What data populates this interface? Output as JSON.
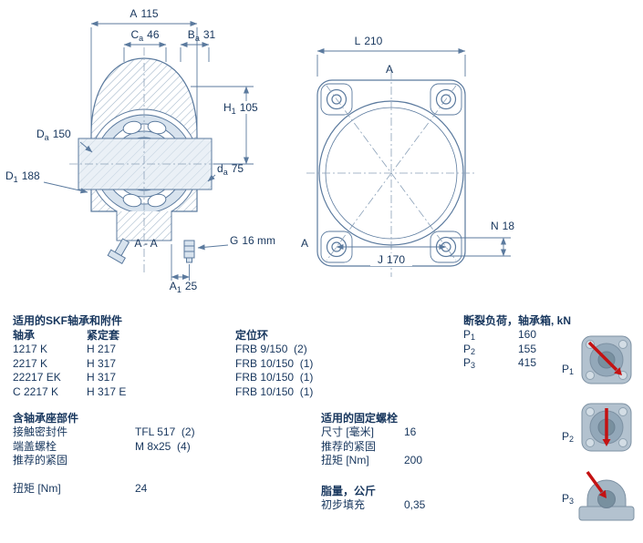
{
  "colors": {
    "text": "#17365d",
    "line": "#5b7a9e",
    "fill_light": "#d8e3ee",
    "accent_red": "#c41212"
  },
  "drawing_left": {
    "dims": {
      "a": {
        "base": "A",
        "value": "115"
      },
      "ca": {
        "base": "C",
        "sub": "a",
        "value": "46"
      },
      "ba": {
        "base": "B",
        "sub": "a",
        "value": "31"
      },
      "h1": {
        "base": "H",
        "sub": "1",
        "value": "105"
      },
      "da": {
        "base": "D",
        "sub": "a",
        "value": "150"
      },
      "dsa": {
        "base": "d",
        "sub": "a",
        "value": "75"
      },
      "d1": {
        "base": "D",
        "sub": "1",
        "value": "188"
      },
      "g": {
        "base": "G",
        "value": "16 mm"
      },
      "a1": {
        "base": "A",
        "sub": "1",
        "value": "25"
      },
      "section_label": "A - A"
    }
  },
  "drawing_right": {
    "dims": {
      "l": {
        "base": "L",
        "value": "210"
      },
      "n": {
        "base": "N",
        "value": "18"
      },
      "j": {
        "base": "J",
        "value": "170"
      },
      "a_top": "A",
      "a_corner": "A"
    }
  },
  "tables": {
    "bearings": {
      "title": "适用的SKF轴承和附件",
      "col_bearing": "轴承",
      "col_sleeve": "紧定套",
      "col_ring": "定位环",
      "rows": [
        {
          "bearing": "1217 K",
          "sleeve": "H 217",
          "ring": "FRB 9/150  (2)"
        },
        {
          "bearing": "2217 K",
          "sleeve": "H 317",
          "ring": "FRB 10/150  (1)"
        },
        {
          "bearing": "22217 EK",
          "sleeve": "H 317",
          "ring": "FRB 10/150  (1)"
        },
        {
          "bearing": "C 2217 K",
          "sleeve": "H 317 E",
          "ring": "FRB 10/150  (1)"
        }
      ]
    },
    "breaking_load": {
      "title": "断裂负荷，轴承箱, kN",
      "rows": [
        {
          "base": "P",
          "sub": "1",
          "value": "160"
        },
        {
          "base": "P",
          "sub": "2",
          "value": "155"
        },
        {
          "base": "P",
          "sub": "3",
          "value": "415"
        }
      ]
    },
    "housing_parts": {
      "title": "含轴承座部件",
      "rows": [
        {
          "label": "接触密封件",
          "value": "TFL 517  (2)"
        },
        {
          "label": "端盖螺栓",
          "value": "M 8x25  (4)"
        },
        {
          "label": "推荐的紧固",
          "value": ""
        },
        {
          "label": "",
          "value": ""
        },
        {
          "label": "扭矩 [Nm]",
          "value": "24"
        }
      ]
    },
    "attachment_bolts": {
      "title": "适用的固定螺栓",
      "rows": [
        {
          "label": "尺寸 [毫米]",
          "value": "16"
        },
        {
          "label": "推荐的紧固",
          "value": ""
        },
        {
          "label": "扭矩 [Nm]",
          "value": "200"
        }
      ]
    },
    "grease": {
      "title": "脂量，公斤",
      "rows": [
        {
          "label": "初步填充",
          "value": "0,35"
        }
      ]
    }
  },
  "thumbs": {
    "p1": {
      "base": "P",
      "sub": "1"
    },
    "p2": {
      "base": "P",
      "sub": "2"
    },
    "p3": {
      "base": "P",
      "sub": "3"
    }
  }
}
